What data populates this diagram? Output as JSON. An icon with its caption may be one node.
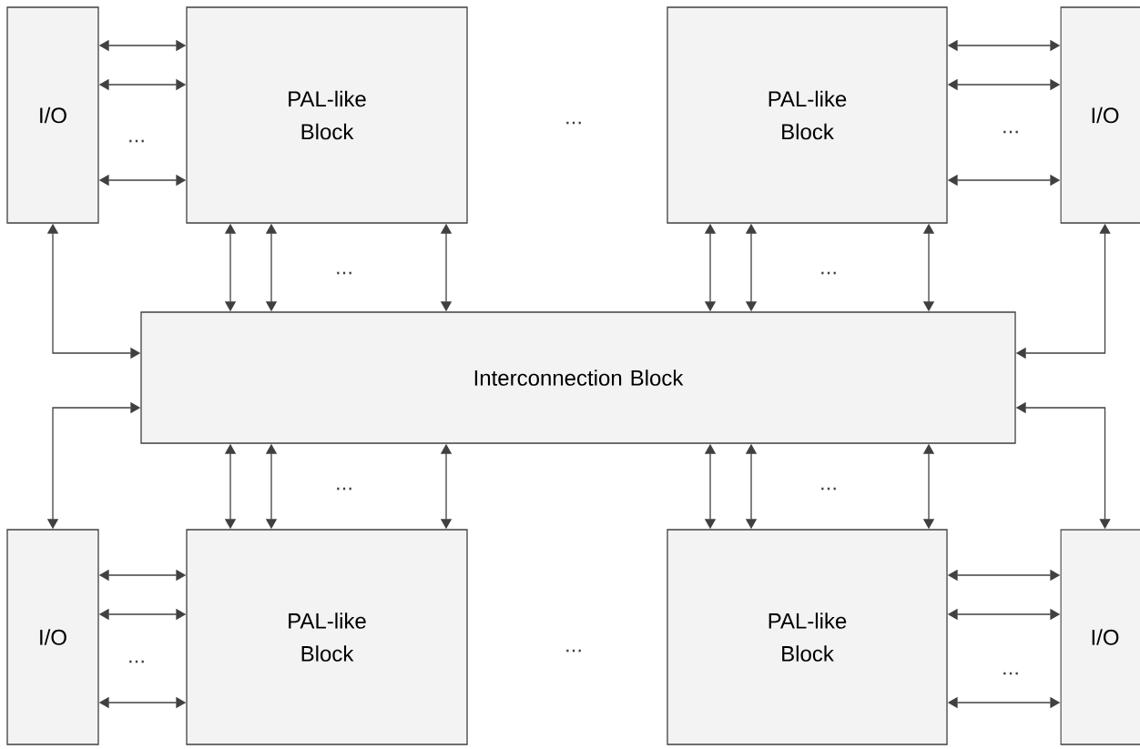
{
  "diagram": {
    "nodes": [
      {
        "text": [
          "I/O"
        ]
      },
      {
        "text": [
          "PAL-like Block"
        ]
      },
      {
        "text": [
          "PAL-like Block"
        ]
      },
      {
        "text": [
          "I/O"
        ]
      },
      {
        "text": [
          "Interconnection Block"
        ]
      },
      {
        "text": [
          "I/O"
        ]
      },
      {
        "text": [
          "PAL-like Block"
        ]
      },
      {
        "text": [
          "PAL-like Block"
        ]
      },
      {
        "text": [
          "I/O"
        ]
      }
    ],
    "edges": [
      {
        "from": 0,
        "to": 1,
        "arrow": "both"
      },
      {
        "from": 0,
        "to": 1,
        "arrow": "both"
      },
      {
        "from": 0,
        "to": 1,
        "arrow": "both"
      },
      {
        "from": 2,
        "to": 3,
        "arrow": "both"
      },
      {
        "from": 2,
        "to": 3,
        "arrow": "both"
      },
      {
        "from": 2,
        "to": 3,
        "arrow": "both"
      },
      {
        "from": 1,
        "to": 4,
        "arrow": "both"
      },
      {
        "from": 1,
        "to": 4,
        "arrow": "both"
      },
      {
        "from": 1,
        "to": 4,
        "arrow": "both"
      },
      {
        "from": 2,
        "to": 4,
        "arrow": "both"
      },
      {
        "from": 2,
        "to": 4,
        "arrow": "both"
      },
      {
        "from": 2,
        "to": 4,
        "arrow": "both"
      },
      {
        "from": 0,
        "to": 4,
        "arrow": "both"
      },
      {
        "from": 3,
        "to": 4,
        "arrow": "both"
      },
      {
        "from": 5,
        "to": 4,
        "arrow": "both"
      },
      {
        "from": 8,
        "to": 4,
        "arrow": "both"
      },
      {
        "from": 4,
        "to": 6,
        "arrow": "both"
      },
      {
        "from": 4,
        "to": 6,
        "arrow": "both"
      },
      {
        "from": 4,
        "to": 6,
        "arrow": "both"
      },
      {
        "from": 4,
        "to": 7,
        "arrow": "both"
      },
      {
        "from": 4,
        "to": 7,
        "arrow": "both"
      },
      {
        "from": 4,
        "to": 7,
        "arrow": "both"
      },
      {
        "from": 5,
        "to": 6,
        "arrow": "both"
      },
      {
        "from": 5,
        "to": 6,
        "arrow": "both"
      },
      {
        "from": 5,
        "to": 6,
        "arrow": "both"
      },
      {
        "from": 7,
        "to": 8,
        "arrow": "both"
      },
      {
        "from": 7,
        "to": 8,
        "arrow": "both"
      },
      {
        "from": 7,
        "to": 8,
        "arrow": "both"
      }
    ],
    "labels": [
      "...",
      "...",
      "...",
      "...",
      "...",
      "...",
      "...",
      "...",
      "...",
      "..."
    ]
  }
}
